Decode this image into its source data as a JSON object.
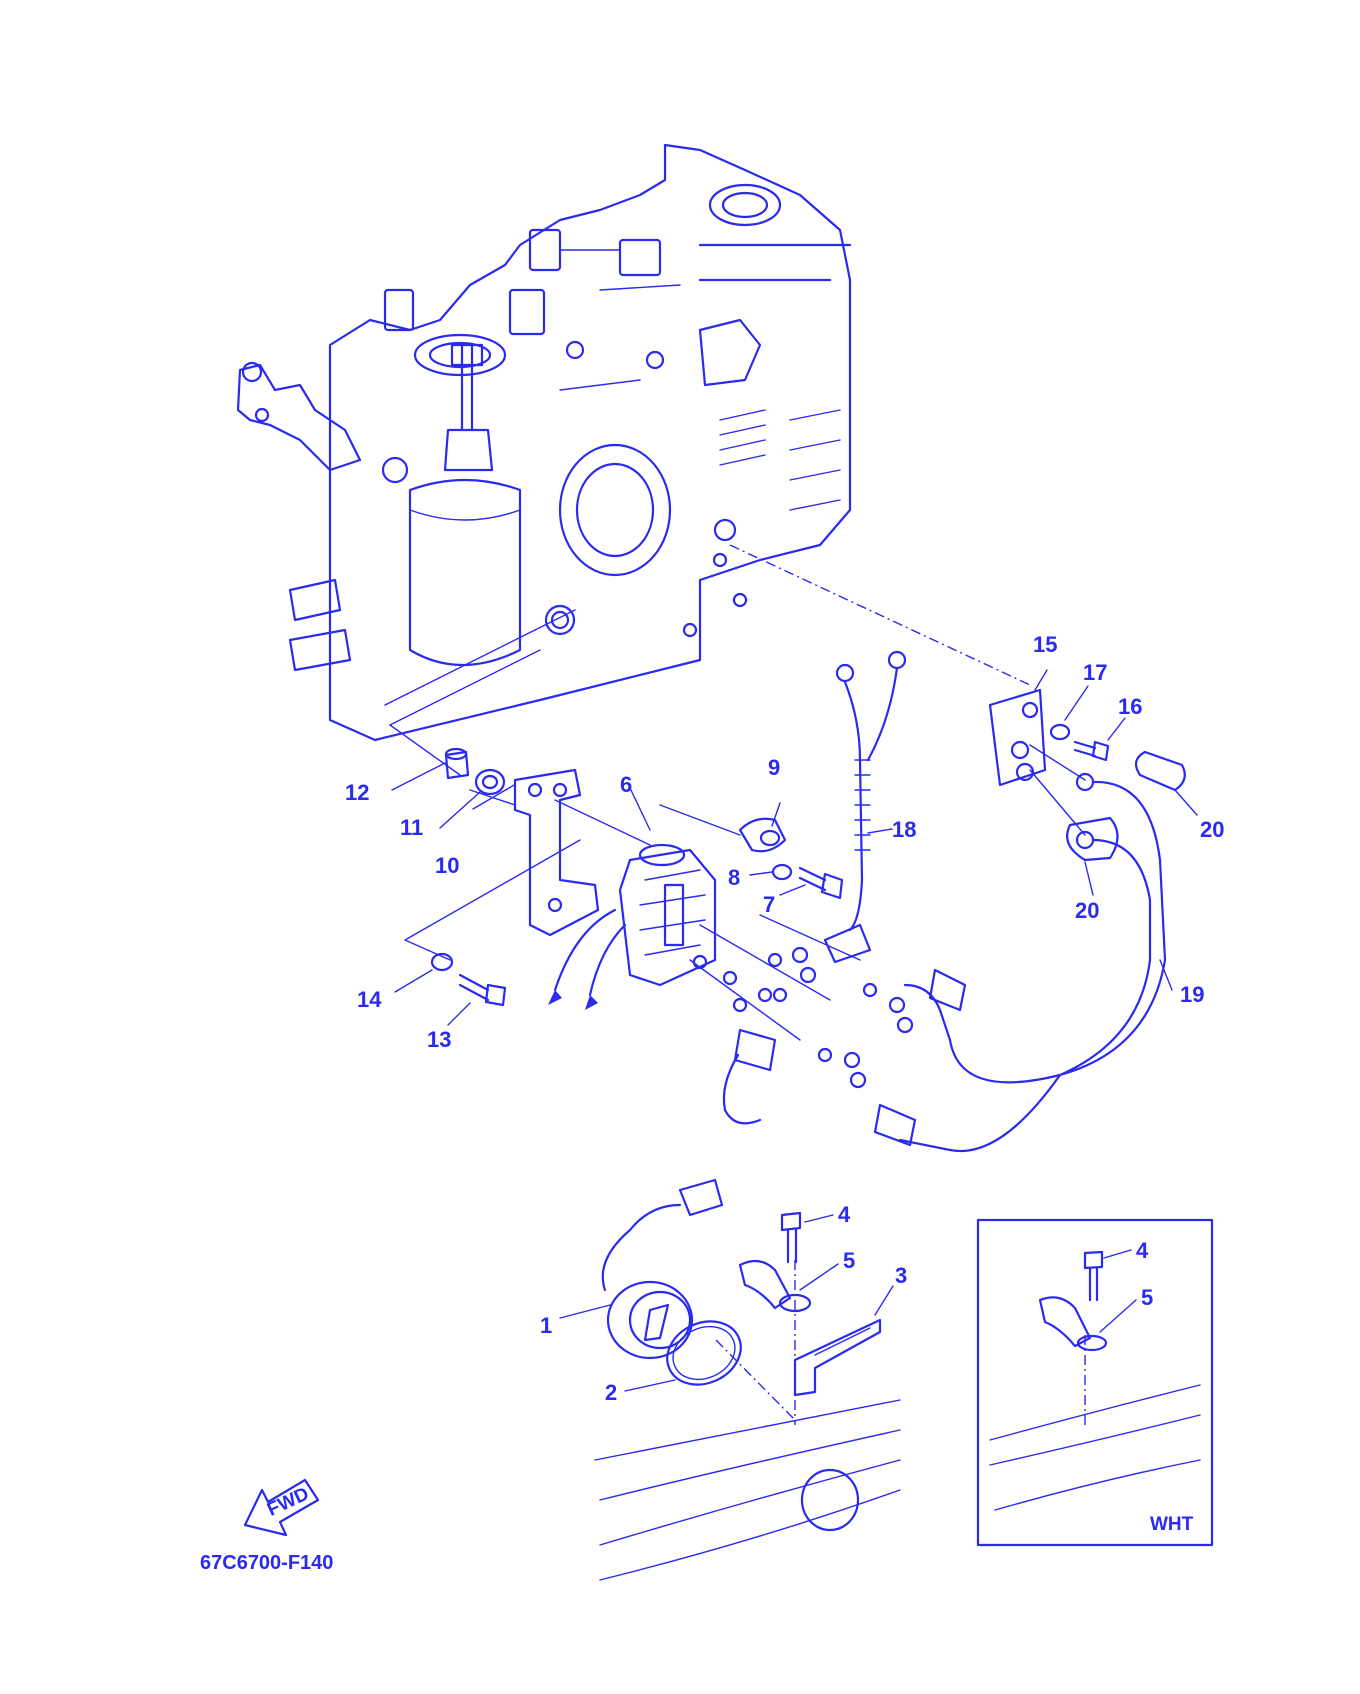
{
  "colors": {
    "ink": "#2a2af0",
    "background": "#ffffff"
  },
  "callouts": [
    "1",
    "2",
    "3",
    "4",
    "5",
    "6",
    "7",
    "8",
    "9",
    "10",
    "11",
    "12",
    "13",
    "14",
    "15",
    "16",
    "17",
    "18",
    "19",
    "20",
    "20"
  ],
  "inset": {
    "callouts": [
      "4",
      "5"
    ],
    "label": "WHT"
  },
  "fwd_badge": {
    "label": "FWD"
  },
  "diagram_code": "67C6700-F140"
}
